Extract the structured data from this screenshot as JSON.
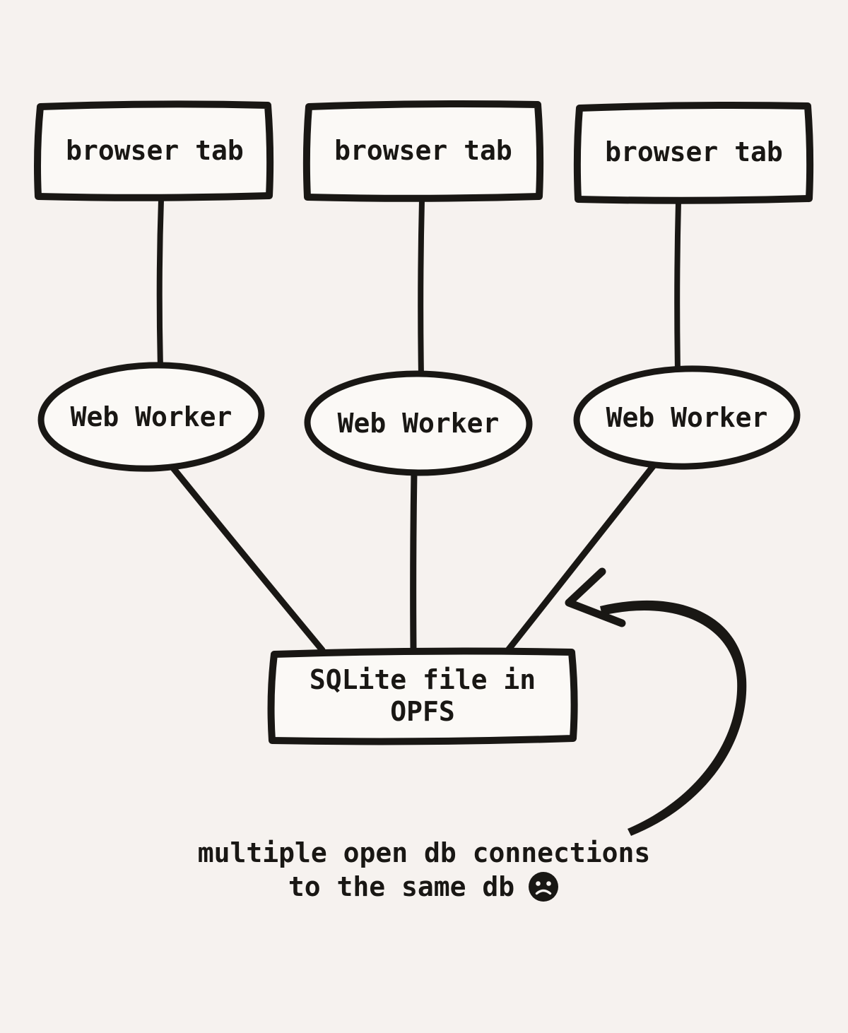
{
  "diagram": {
    "style": "hand-drawn",
    "colors": {
      "background": "#f6f2ef",
      "ink": "#191714",
      "node_fill": "#fbf9f6"
    }
  },
  "nodes": {
    "browser_tabs": [
      {
        "label": "browser tab"
      },
      {
        "label": "browser tab"
      },
      {
        "label": "browser tab"
      }
    ],
    "web_workers": [
      {
        "label": "Web Worker"
      },
      {
        "label": "Web Worker"
      },
      {
        "label": "Web Worker"
      }
    ],
    "sqlite": {
      "label": "SQLite file in\nOPFS"
    }
  },
  "connections": [
    {
      "from": "browser-tab-1",
      "to": "web-worker-1"
    },
    {
      "from": "browser-tab-2",
      "to": "web-worker-2"
    },
    {
      "from": "browser-tab-3",
      "to": "web-worker-3"
    },
    {
      "from": "web-worker-1",
      "to": "sqlite-file"
    },
    {
      "from": "web-worker-2",
      "to": "sqlite-file"
    },
    {
      "from": "web-worker-3",
      "to": "sqlite-file"
    }
  ],
  "caption": {
    "line1": "multiple open db connections",
    "line2": "to the same db",
    "emoji": "frowning-face"
  }
}
